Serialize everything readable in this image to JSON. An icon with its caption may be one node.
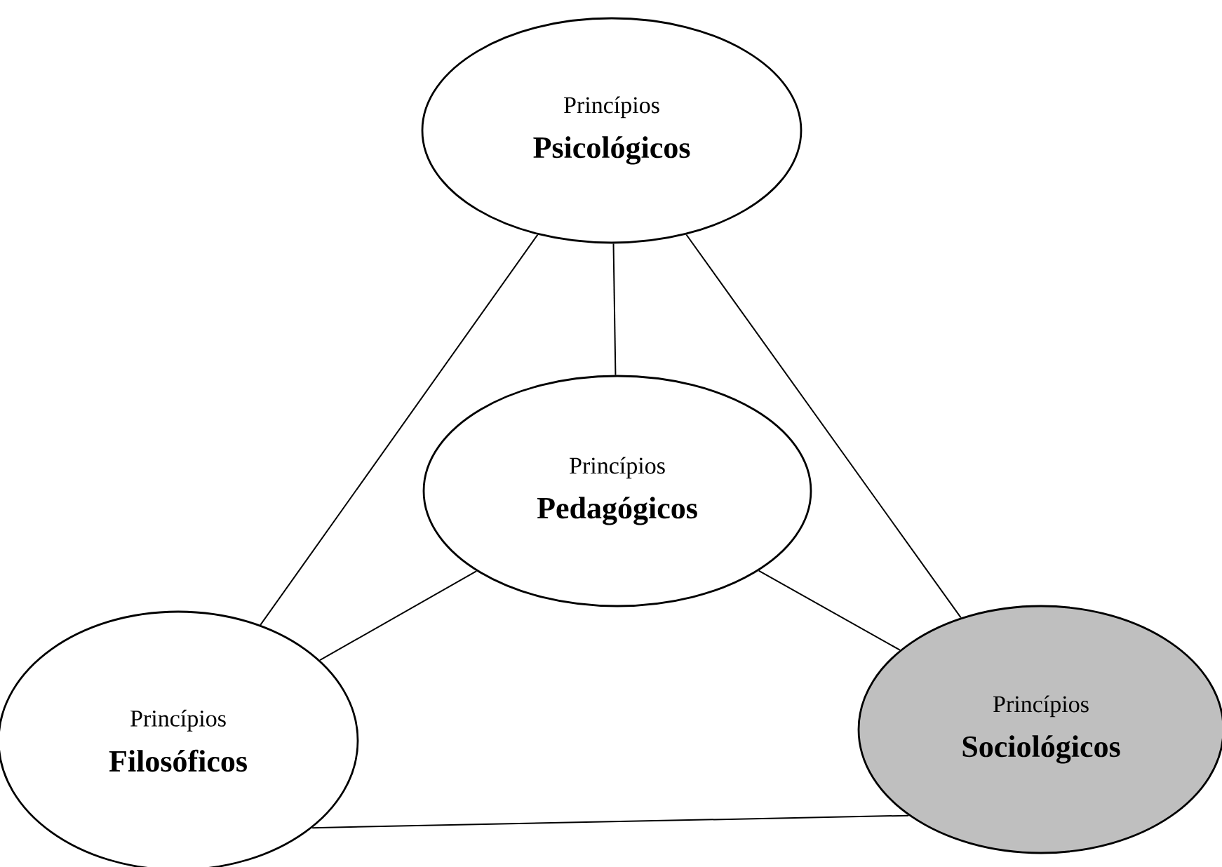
{
  "diagram": {
    "nodes": [
      {
        "text": [
          "Princípios",
          "Psicológicos"
        ]
      },
      {
        "text": [
          "Princípios",
          "Pedagógicos"
        ]
      },
      {
        "text": [
          "Princípios",
          "Filosóficos"
        ]
      },
      {
        "text": [
          "Princípios",
          "Sociológicos"
        ]
      }
    ],
    "edges": [
      {
        "from": 0,
        "to": 1,
        "arrow": "none"
      },
      {
        "from": 0,
        "to": 2,
        "arrow": "none"
      },
      {
        "from": 0,
        "to": 3,
        "arrow": "none"
      },
      {
        "from": 1,
        "to": 2,
        "arrow": "none"
      },
      {
        "from": 1,
        "to": 3,
        "arrow": "none"
      },
      {
        "from": 2,
        "to": 3,
        "arrow": "none"
      }
    ]
  }
}
